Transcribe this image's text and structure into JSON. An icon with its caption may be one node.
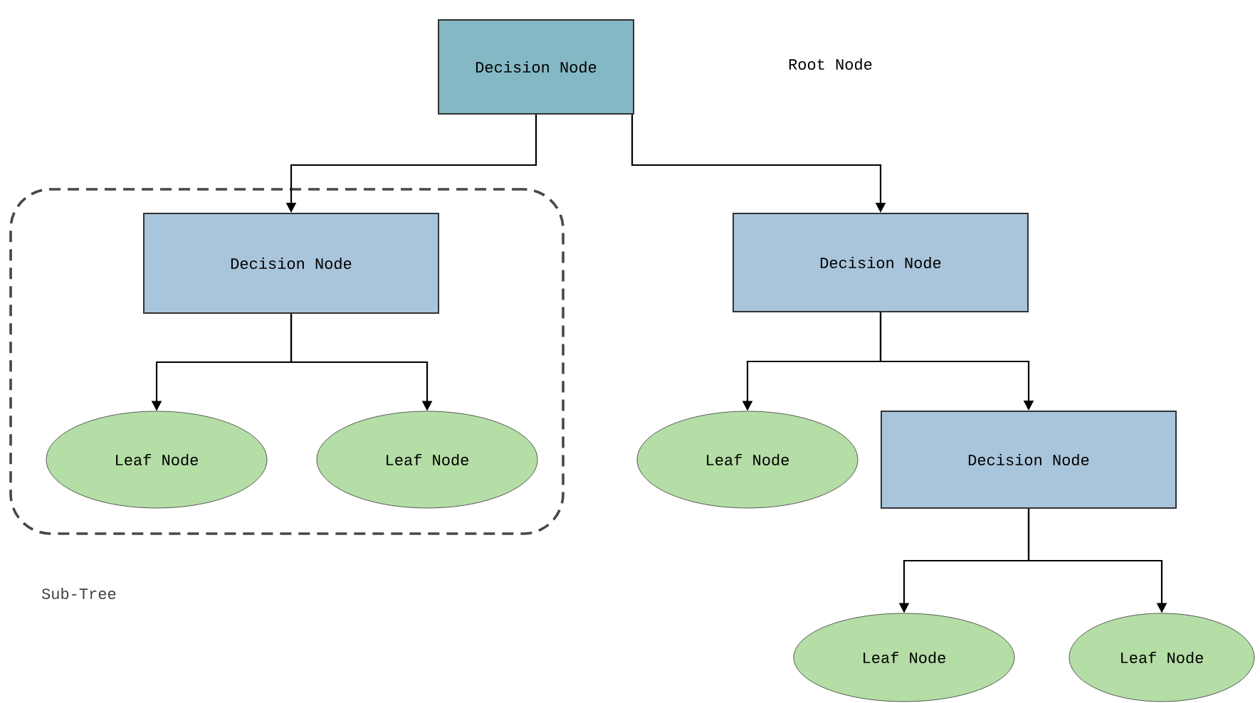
{
  "diagram": {
    "nodes": [
      {
        "text": [
          "Decision Node"
        ]
      },
      {
        "text": [
          "Sub-Tree"
        ]
      },
      {
        "text": [
          "Decision Node"
        ],
        "in": 1
      },
      {
        "text": [
          "Leaf Node"
        ],
        "in": 1
      },
      {
        "text": [
          "Leaf Node"
        ],
        "in": 1
      },
      {
        "text": [
          "Decision Node"
        ]
      },
      {
        "text": [
          "Leaf Node"
        ]
      },
      {
        "text": [
          "Decision Node"
        ]
      },
      {
        "text": [
          "Leaf Node"
        ]
      },
      {
        "text": [
          "Leaf Node"
        ]
      }
    ],
    "edges": [
      {
        "from": 0,
        "to": 2,
        "arrow": "to"
      },
      {
        "from": 0,
        "to": 5,
        "arrow": "to"
      },
      {
        "from": 2,
        "to": 3,
        "arrow": "to"
      },
      {
        "from": 2,
        "to": 4,
        "arrow": "to"
      },
      {
        "from": 5,
        "to": 6,
        "arrow": "to"
      },
      {
        "from": 5,
        "to": 7,
        "arrow": "to"
      },
      {
        "from": 7,
        "to": 8,
        "arrow": "to"
      },
      {
        "from": 7,
        "to": 9,
        "arrow": "to"
      }
    ],
    "labels": [
      "Root Node"
    ]
  }
}
